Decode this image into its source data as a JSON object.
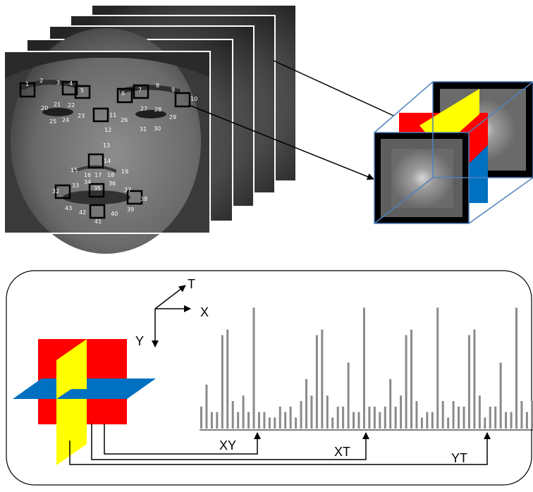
{
  "landmarks": [
    {
      "num": "1"
    },
    {
      "num": "2"
    },
    {
      "num": "3"
    },
    {
      "num": "4"
    },
    {
      "num": "5"
    },
    {
      "num": "6"
    },
    {
      "num": "7"
    },
    {
      "num": "8"
    },
    {
      "num": "9"
    },
    {
      "num": "10"
    },
    {
      "num": "11"
    },
    {
      "num": "12"
    },
    {
      "num": "13"
    },
    {
      "num": "14"
    },
    {
      "num": "15"
    },
    {
      "num": "16"
    },
    {
      "num": "17"
    },
    {
      "num": "18"
    },
    {
      "num": "19"
    },
    {
      "num": "20"
    },
    {
      "num": "21"
    },
    {
      "num": "22"
    },
    {
      "num": "23"
    },
    {
      "num": "24"
    },
    {
      "num": "25"
    },
    {
      "num": "26"
    },
    {
      "num": "27"
    },
    {
      "num": "28"
    },
    {
      "num": "29"
    },
    {
      "num": "30"
    },
    {
      "num": "31"
    },
    {
      "num": "32"
    },
    {
      "num": "33"
    },
    {
      "num": "34"
    },
    {
      "num": "35"
    },
    {
      "num": "36"
    },
    {
      "num": "37"
    },
    {
      "num": "38"
    },
    {
      "num": "39"
    },
    {
      "num": "40"
    },
    {
      "num": "41"
    },
    {
      "num": "42"
    },
    {
      "num": "43"
    }
  ],
  "axes": {
    "t": "T",
    "x": "X",
    "y": "Y"
  },
  "planes": {
    "xy": "XY",
    "xt": "XT",
    "yt": "YT"
  },
  "histogram": {
    "segments": [
      {
        "plane": "XY",
        "values": [
          4,
          8,
          3,
          3,
          17,
          18,
          5,
          3,
          6,
          3,
          22
        ]
      },
      {
        "plane": "XT",
        "values": [
          3,
          3,
          2,
          2,
          4,
          3,
          4,
          2,
          5,
          9,
          6,
          17,
          18,
          6,
          2,
          4,
          4,
          12,
          3,
          3,
          22
        ]
      },
      {
        "plane": "YT",
        "values": [
          4,
          4,
          3,
          4,
          9,
          4,
          6,
          17,
          18,
          5,
          2,
          3,
          3,
          22,
          5,
          2,
          5,
          4,
          4,
          17,
          18,
          6,
          2,
          4,
          4,
          12,
          3,
          3,
          22,
          5,
          3,
          5
        ]
      }
    ]
  },
  "colors": {
    "plane_red": "#ff0000",
    "plane_yellow": "#ffff00",
    "plane_blue": "#0070c0",
    "cube_edge": "#4f81bd",
    "bars": "#8a8a8a"
  }
}
